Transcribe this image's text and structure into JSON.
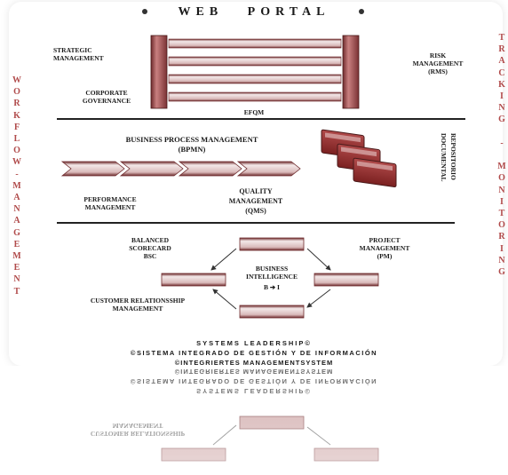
{
  "header": {
    "title": "WEB PORTAL"
  },
  "left_vertical": "WORKFLOW-MANAGEMENT",
  "right_vertical": "TRACKING - MONITORING",
  "section1": {
    "strategic": [
      "STRATEGIC",
      "MANAGEMENT"
    ],
    "corporate": [
      "CORPORATE",
      "GOVERNANCE"
    ],
    "risk": [
      "RISK",
      "MANAGEMENT",
      "(RMS)"
    ],
    "efqm": "EFQM"
  },
  "section2": {
    "bpm": [
      "BUSINESS PROCESS MANAGEMENT",
      "(BPMN)"
    ],
    "repository": [
      "REPOSITORIO",
      "DOCUMENTAL"
    ],
    "performance": [
      "PERFORMANCE",
      "MANAGEMENT"
    ],
    "quality": [
      "QUALITY",
      "MANAGEMENT",
      "(QMS)"
    ]
  },
  "section3": {
    "balanced": [
      "BALANCED",
      "SCORECARD",
      "BSC"
    ],
    "project": [
      "PROJECT",
      "MANAGEMENT",
      "(PM)"
    ],
    "bi": [
      "BUSINESS",
      "INTELLIGENCE",
      "B ➔ I"
    ],
    "crm": [
      "CUSTOMER RELATIONSSHIP",
      "MANAGEMENT"
    ]
  },
  "footer": {
    "line1": "SYSTEMS LEADERSHIP©",
    "line2": "©SISTEMA INTEGRADO DE GESTIÓN Y DE INFORMACIÓN",
    "line3": "©INTEGRIERTES MANAGEMENTSYSTEM"
  },
  "colors": {
    "bar": "#a8494b",
    "bar_dark": "#6e2a2c",
    "bar_light": "#f3e9e9",
    "accent_text": "#b04a4a"
  }
}
